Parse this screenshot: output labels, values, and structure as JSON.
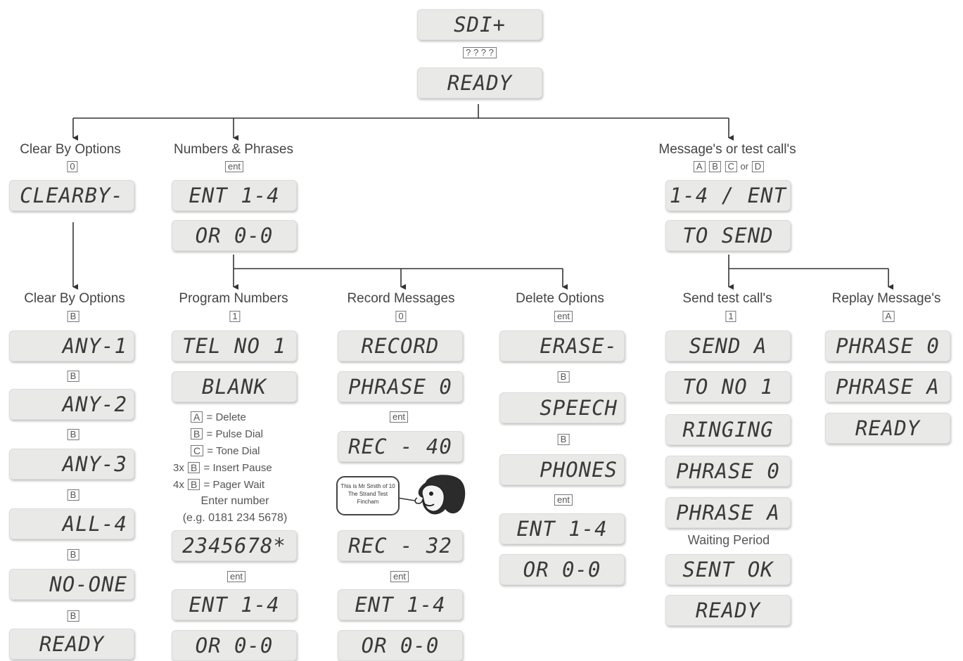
{
  "top": {
    "display1": "SDI+",
    "keys": "? ? ? ?",
    "display2": "READY"
  },
  "clear_top": {
    "header": "Clear By Options",
    "key": "0",
    "display": "CLEARBY-"
  },
  "numbers": {
    "header": "Numbers & Phrases",
    "key": "ent",
    "display1": "ENT 1-4",
    "display2": "OR 0-0"
  },
  "messages": {
    "header": "Message's or test call's",
    "keys": [
      "A",
      "B",
      "C",
      "D"
    ],
    "or_text": "or",
    "display1": "1-4 / ENT",
    "display2": "TO SEND"
  },
  "clear_col": {
    "header": "Clear By Options",
    "key": "B",
    "displays": [
      "ANY-1",
      "ANY-2",
      "ANY-3",
      "ALL-4",
      "NO-ONE",
      "READY"
    ],
    "between_key": "B"
  },
  "program": {
    "header": "Program Numbers",
    "key": "1",
    "display1": "TEL NO 1",
    "display2": "BLANK",
    "legend": [
      {
        "prefix": "",
        "key": "A",
        "text": "= Delete"
      },
      {
        "prefix": "",
        "key": "B",
        "text": "= Pulse Dial"
      },
      {
        "prefix": "",
        "key": "C",
        "text": "= Tone Dial"
      },
      {
        "prefix": "3x",
        "key": "B",
        "text": "= Insert Pause"
      },
      {
        "prefix": "4x",
        "key": "B",
        "text": "= Pager Wait"
      }
    ],
    "enter_text": "Enter number",
    "example_text": "(e.g. 0181 234 5678)",
    "display3": "2345678*",
    "key2": "ent",
    "display4": "ENT 1-4",
    "display5": "OR 0-0"
  },
  "record": {
    "header": "Record Messages",
    "key": "0",
    "display1": "RECORD",
    "display2": "PHRASE 0",
    "key2": "ent",
    "display3": "REC - 40",
    "bubble_text": "This is Mr Smith of 10 The Strand Test Fincham",
    "display4": "REC - 32",
    "key3": "ent",
    "display5": "ENT 1-4",
    "display6": "OR 0-0"
  },
  "delete": {
    "header": "Delete Options",
    "key": "ent",
    "display1": "ERASE-",
    "key2": "B",
    "display2": "SPEECH",
    "key3": "B",
    "display3": "PHONES",
    "key4": "ent",
    "display4": "ENT 1-4",
    "display5": "OR 0-0"
  },
  "send_test": {
    "header": "Send test call's",
    "key": "1",
    "displays": [
      "SEND A",
      "TO NO 1",
      "RINGING",
      "PHRASE 0",
      "PHRASE A"
    ],
    "waiting_text": "Waiting Period",
    "display_sent": "SENT OK",
    "display_ready": "READY"
  },
  "replay": {
    "header": "Replay Message's",
    "key": "A",
    "displays": [
      "PHRASE 0",
      "PHRASE A",
      "READY"
    ]
  }
}
